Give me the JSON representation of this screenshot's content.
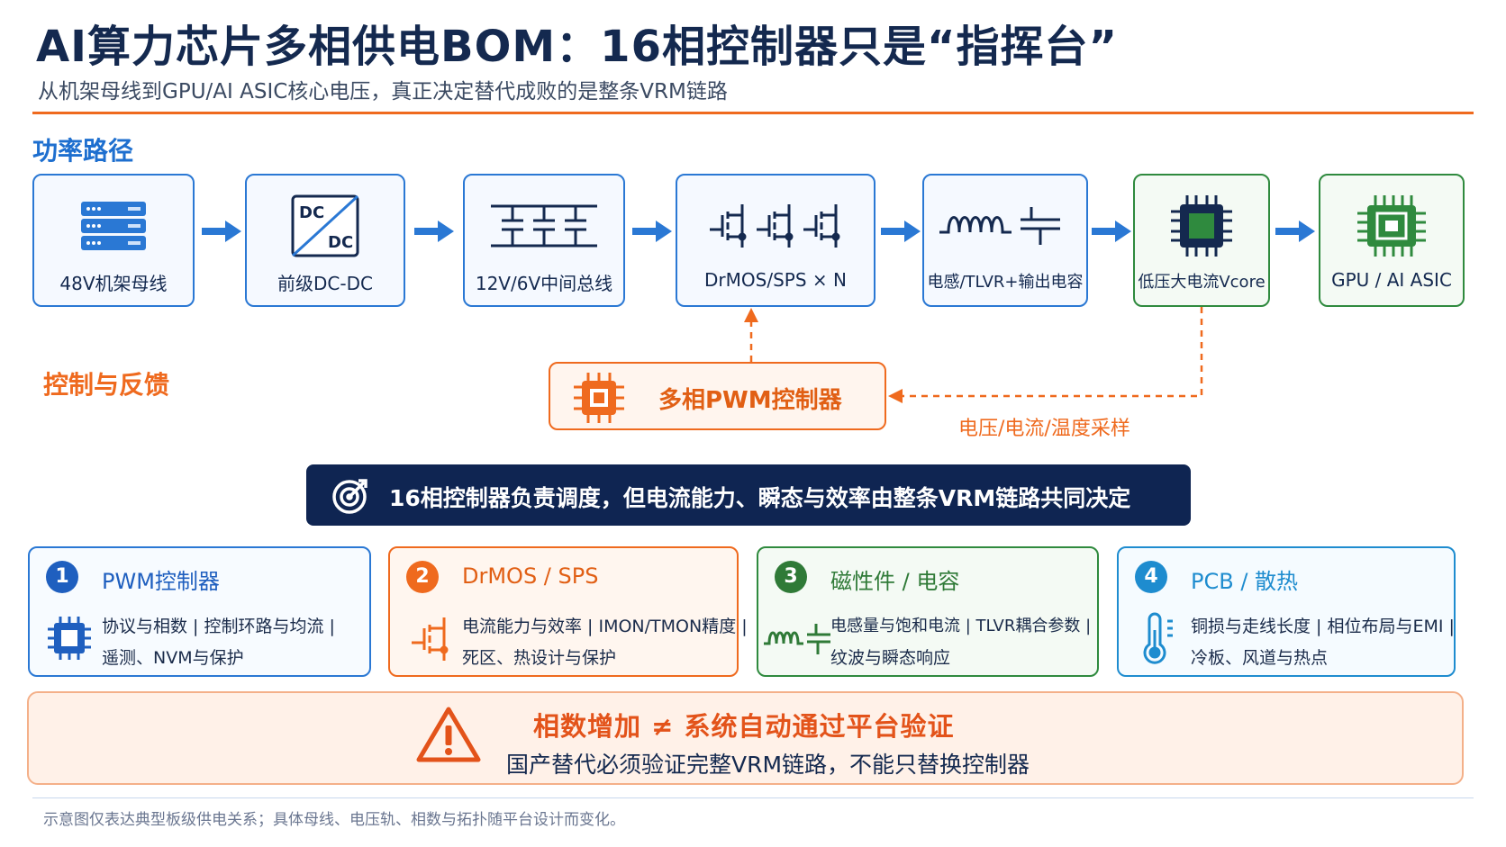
{
  "title": "AI算力芯片多相供电BOM：16相控制器只是“指挥台”",
  "subtitle": "从机架母线到GPU/AI ASIC核心电压，真正决定替代成败的是整条VRM链路",
  "sections": {
    "power": "功率路径",
    "control": "控制与反馈"
  },
  "power_path": [
    {
      "label": "48V机架母线",
      "icon": "server-rack-icon"
    },
    {
      "label": "前级DC-DC",
      "icon": "dc-dc-converter-icon",
      "dc_text": "DC"
    },
    {
      "label": "12V/6V中间总线",
      "icon": "bus-bar-icon"
    },
    {
      "label": "DrMOS/SPS × N",
      "icon": "mosfet-array-icon"
    },
    {
      "label": "电感/TLVR+输出电容",
      "icon": "inductor-capacitor-icon"
    },
    {
      "label": "低压大电流Vcore",
      "icon": "chip-icon"
    },
    {
      "label": "GPU / AI ASIC",
      "icon": "processor-icon"
    }
  ],
  "controller": {
    "label": "多相PWM控制器",
    "icon": "controller-chip-icon"
  },
  "feedback_label": "电压/电流/温度采样",
  "banner": "16相控制器负责调度，但电流能力、瞬态与效率由整条VRM链路共同决定",
  "cards": [
    {
      "num": "1",
      "title": "PWM控制器",
      "line1": "协议与相数 | 控制环路与均流 |",
      "line2": "遥测、NVM与保护",
      "icon": "chip-icon"
    },
    {
      "num": "2",
      "title": "DrMOS / SPS",
      "line1": "电流能力与效率 | IMON/TMON精度 |",
      "line2": "死区、热设计与保护",
      "icon": "mosfet-icon"
    },
    {
      "num": "3",
      "title": "磁性件 / 电容",
      "line1": "电感量与饱和电流 | TLVR耦合参数 |",
      "line2": "纹波与瞬态响应",
      "icon": "inductor-capacitor-icon"
    },
    {
      "num": "4",
      "title": "PCB / 散热",
      "line1": "铜损与走线长度 | 相位布局与EMI |",
      "line2": "冷板、风道与热点",
      "icon": "thermometer-icon"
    }
  ],
  "warning": {
    "line1": "相数增加 ≠ 系统自动通过平台验证",
    "line2": "国产替代必须验证完整VRM链路，不能只替换控制器",
    "icon": "warning-triangle-icon"
  },
  "footnote": "示意图仅表达典型板级供电关系；具体母线、电压轨、相数与拓扑随平台设计而变化。",
  "colors": {
    "navy": "#0f2552",
    "blue": "#2a78d4",
    "orange": "#ef6a1e",
    "green": "#2f8a3e"
  }
}
